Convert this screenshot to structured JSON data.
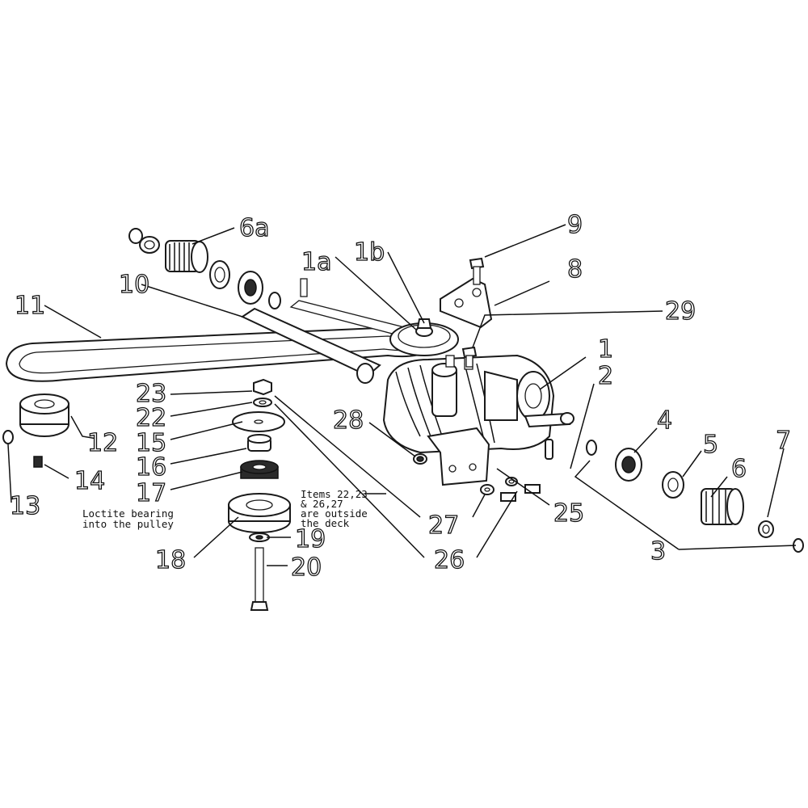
{
  "callouts": {
    "c1": "1",
    "c1a": "1a",
    "c1b": "1b",
    "c2": "2",
    "c3": "3",
    "c4": "4",
    "c5": "5",
    "c6": "6",
    "c6a": "6a",
    "c7": "7",
    "c8": "8",
    "c9": "9",
    "c10": "10",
    "c11": "11",
    "c12": "12",
    "c13": "13",
    "c14": "14",
    "c15": "15",
    "c16": "16",
    "c17": "17",
    "c18": "18",
    "c19": "19",
    "c20": "20",
    "c22": "22",
    "c23": "23",
    "c25": "25",
    "c26": "26",
    "c27": "27",
    "c28": "28",
    "c29": "29"
  },
  "notes": {
    "loctite_line1": "Loctite bearing",
    "loctite_line2": "into the pulley",
    "items_line1": "Items 22,23",
    "items_line2": "& 26,27",
    "items_line3": "are outside",
    "items_line4": "the deck"
  }
}
